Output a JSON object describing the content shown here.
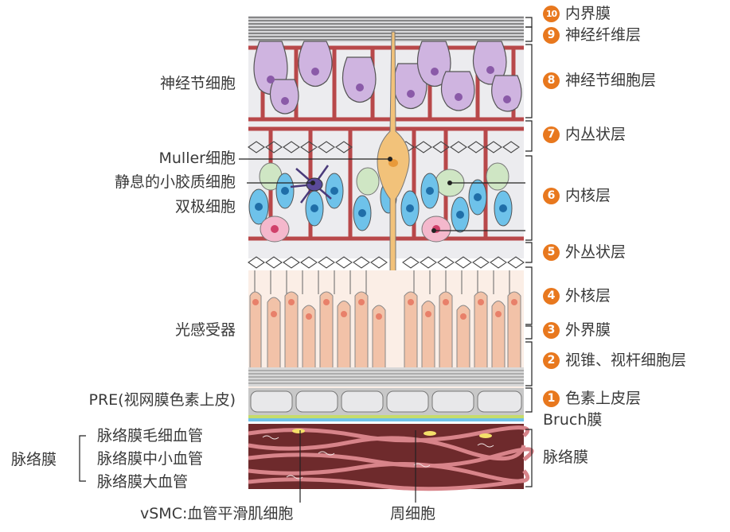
{
  "left_labels": {
    "ganglion": "神经节细胞",
    "muller": "Muller细胞",
    "microglia": "静息的小胶质细胞",
    "bipolar": "双极细胞",
    "photoreceptor": "光感受器",
    "pre": "PRE(视网膜色素上皮)",
    "choroid": "脉络膜",
    "choriocapillaris": "脉络膜毛细血管",
    "medium_vessels": "脉络膜中小血管",
    "large_vessels": "脉络膜大血管",
    "vsmc": "vSMC:血管平滑肌细胞",
    "pericyte": "周细胞"
  },
  "layers": [
    {
      "num": "10",
      "label": "内界膜"
    },
    {
      "num": "9",
      "label": "神经纤维层"
    },
    {
      "num": "8",
      "label": "神经节细胞层"
    },
    {
      "num": "7",
      "label": "内丛状层"
    },
    {
      "num": "6",
      "label": "内核层"
    },
    {
      "num": "5",
      "label": "外丛状层"
    },
    {
      "num": "4",
      "label": "外核层"
    },
    {
      "num": "3",
      "label": "外界膜"
    },
    {
      "num": "2",
      "label": "视锥、视杆细胞层"
    },
    {
      "num": "1",
      "label": "色素上皮层"
    }
  ],
  "right_plain": {
    "bruch": "Bruch膜",
    "choroid": "脉络膜"
  },
  "colors": {
    "badge": "#e8781e",
    "vessel": "#b8484a",
    "ganglion": "#cfb4e0",
    "bipolar": "#6ec2ea",
    "muller": "#f2c27a",
    "photoreceptor": "#f2c2a8",
    "horizontal": "#f4b8cc",
    "amacrine": "#cfe6c4"
  }
}
